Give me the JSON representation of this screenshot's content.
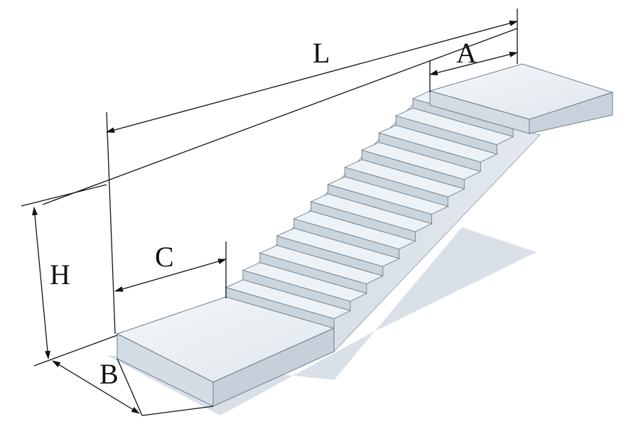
{
  "diagram": {
    "step_count": 12,
    "colors": {
      "top_surface": "#edf2f6",
      "riser": "#cbd5de",
      "side_face": "#d7dee5",
      "edge": "#6f7d8b",
      "shadow": "#b9c6d4",
      "dimension": "#111111"
    }
  },
  "dimensions": {
    "L": "L",
    "A": "A",
    "H": "H",
    "C": "C",
    "B": "B"
  }
}
